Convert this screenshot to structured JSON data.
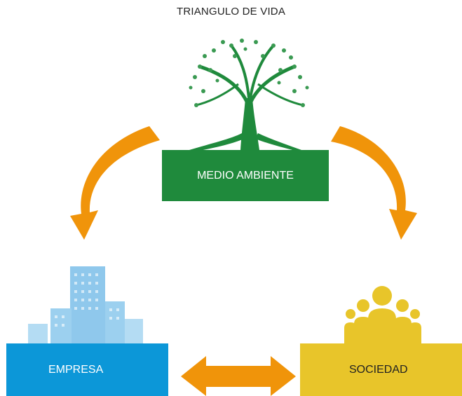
{
  "title": "TRIANGULO DE VIDA",
  "nodes": {
    "environment": {
      "label": "MEDIO AMBIENTE",
      "icon": "tree-icon"
    },
    "company": {
      "label": "EMPRESA",
      "icon": "buildings-icon"
    },
    "society": {
      "label": "SOCIEDAD",
      "icon": "people-icon"
    }
  },
  "colors": {
    "environment": "#1f8a3c",
    "company": "#0c97d8",
    "society": "#e8c52a",
    "arrow": "#f0940a"
  }
}
